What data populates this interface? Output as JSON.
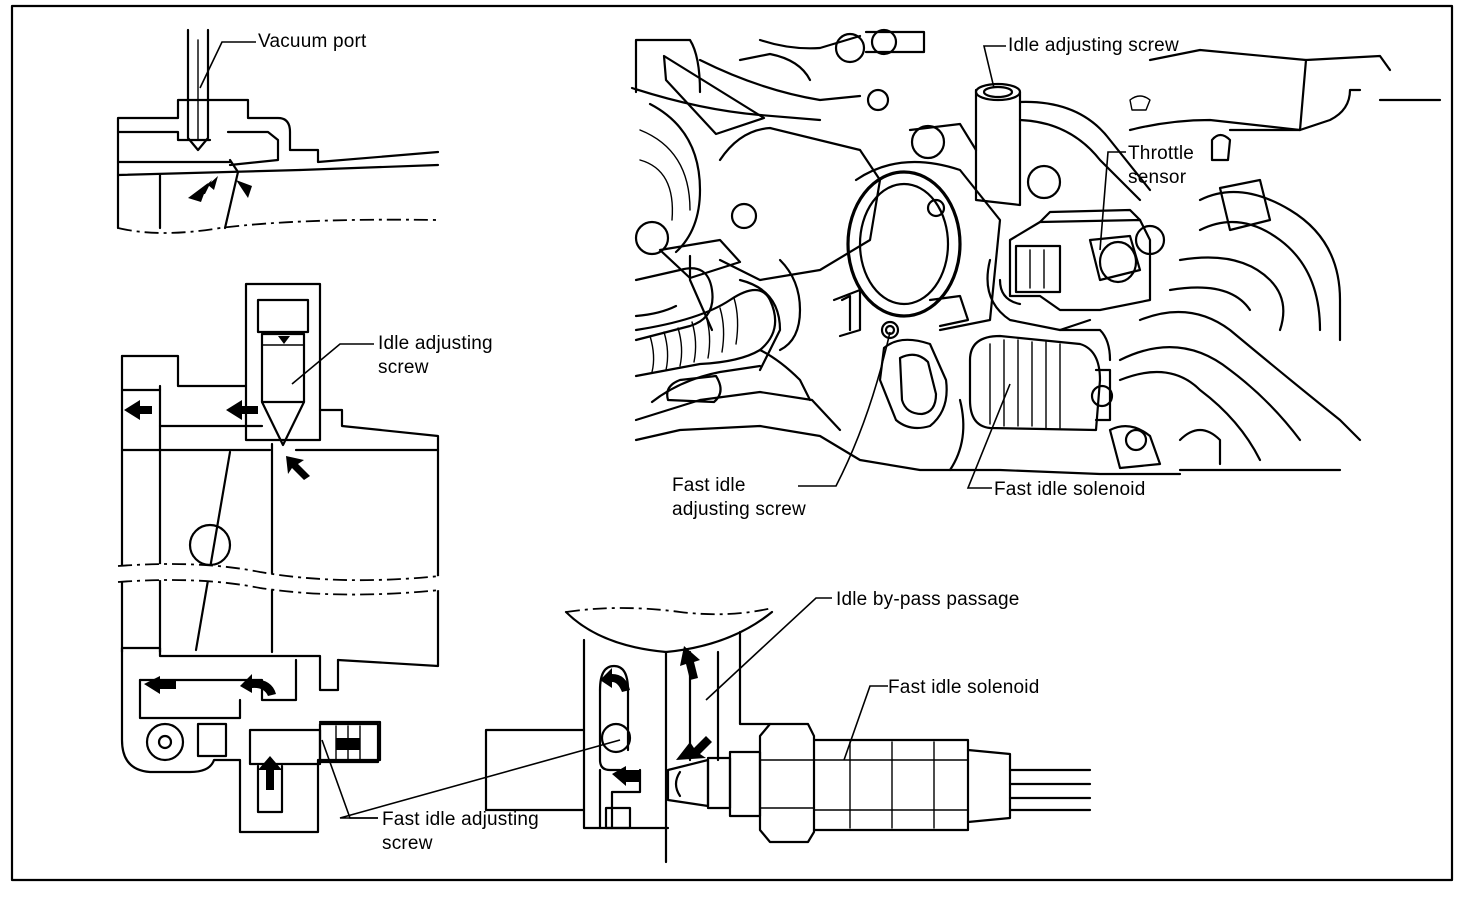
{
  "labels": {
    "vacuum_port": "Vacuum port",
    "idle_adj_left_line1": "Idle adjusting",
    "idle_adj_left_line2": "screw",
    "fast_idle_adj_left_line1": "Fast idle adjusting",
    "fast_idle_adj_left_line2": "screw",
    "idle_adj_top": "Idle adjusting screw",
    "throttle_sensor_line1": "Throttle",
    "throttle_sensor_line2": "sensor",
    "fast_idle_adj_mid_line1": "Fast idle",
    "fast_idle_adj_mid_line2": "adjusting screw",
    "fast_idle_solenoid_top": "Fast idle solenoid",
    "idle_bypass_passage": "Idle by-pass passage",
    "fast_idle_solenoid_bottom": "Fast idle solenoid"
  },
  "colors": {
    "ink": "#000000",
    "paper": "#ffffff"
  }
}
